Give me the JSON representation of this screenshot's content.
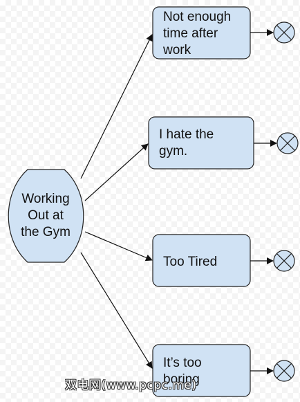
{
  "diagram": {
    "root": {
      "lines": [
        "Working",
        "Out at",
        "the Gym"
      ]
    },
    "reasons": [
      {
        "lines": [
          "Not enough",
          "time after",
          "work"
        ]
      },
      {
        "lines": [
          "I hate the",
          "gym."
        ]
      },
      {
        "lines": [
          "Too Tired"
        ]
      },
      {
        "lines": [
          "It’s too",
          "boring"
        ]
      }
    ],
    "watermark": "双电网(www.pcpc.me)",
    "colors": {
      "node_fill": "#d0e2f4",
      "node_stroke": "#222222",
      "edge": "#111111"
    },
    "end_marker_icon": "x-circle-icon"
  }
}
